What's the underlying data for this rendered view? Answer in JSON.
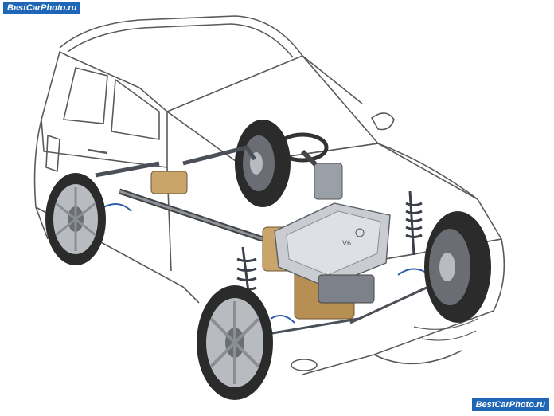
{
  "watermarks": {
    "top_left": "BestCarPhoto.ru",
    "bottom_right": "BestCarPhoto.ru"
  },
  "colors": {
    "body_outline": "#555555",
    "tire": "#2b2b2b",
    "rim": "#b8bcc0",
    "engine_cover": "#c9ccd1",
    "gearbox": "#c9a56a",
    "suspension_spring": "#3a3f4a",
    "brake_line_blue": "#2f5fa8",
    "watermark_bg": "#1f66b6"
  },
  "image_subject": "vehicle-cutaway-drivetrain-illustration"
}
